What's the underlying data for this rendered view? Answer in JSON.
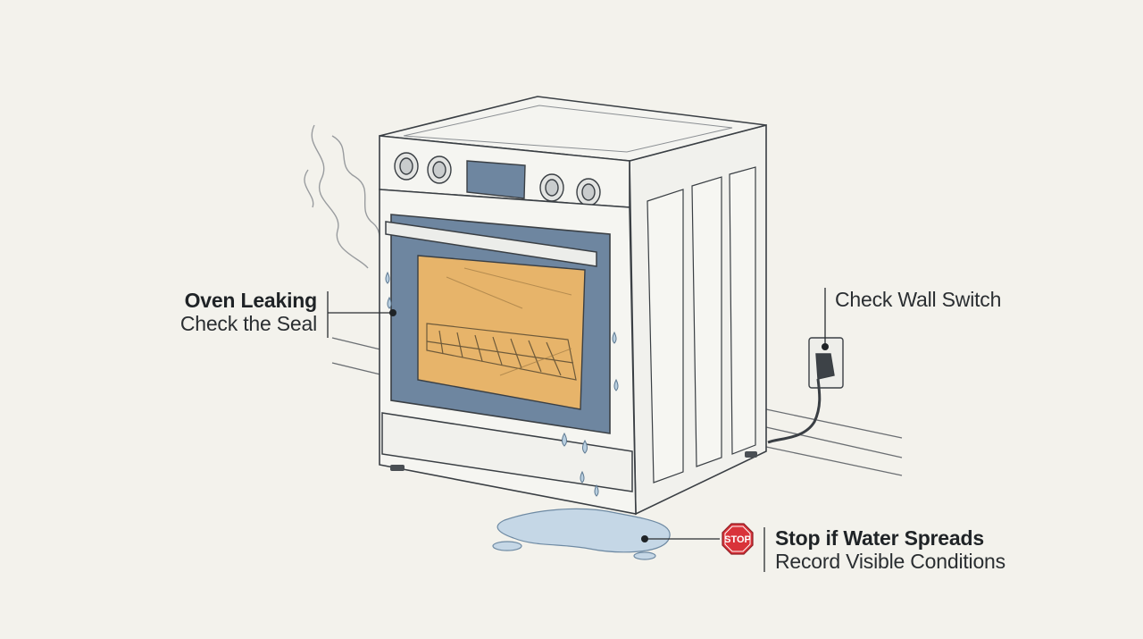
{
  "callouts": {
    "leak": {
      "title": "Oven Leaking",
      "subtitle": "Check the Seal"
    },
    "switch": {
      "title": "Check Wall Switch"
    },
    "water": {
      "title": "Stop if Water Spreads",
      "subtitle": "Record Visible Conditions"
    }
  },
  "stop_sign": {
    "text": "STOP",
    "color": "#d9333a"
  },
  "colors": {
    "background": "#f3f2ec",
    "oven_window": "#e7b46a",
    "door_frame": "#6e86a0",
    "water": "#b9cfe0",
    "outline": "#3a3f44"
  }
}
